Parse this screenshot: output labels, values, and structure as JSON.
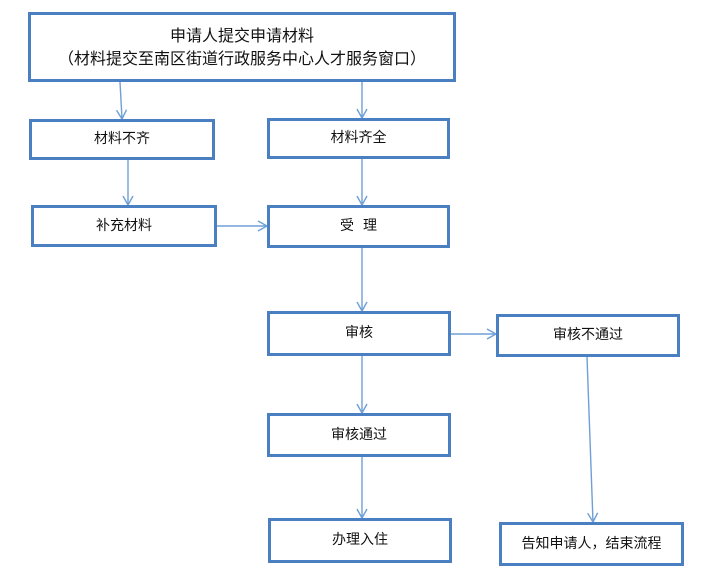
{
  "diagram": {
    "start": {
      "line1": "申请人提交申请材料",
      "line2": "（材料提交至南区街道行政服务中心人才服务窗口）"
    },
    "incomplete": "材料不齐",
    "complete": "材料齐全",
    "supplement": "补充材料",
    "accept": "受  理",
    "review": "审核",
    "review_fail": "审核不通过",
    "review_pass": "审核通过",
    "handle": "办理入住",
    "notify": "告知申请人，结束流程",
    "colors": {
      "box_border": "#4a7fc1",
      "arrow": "#6f9fd6"
    }
  }
}
